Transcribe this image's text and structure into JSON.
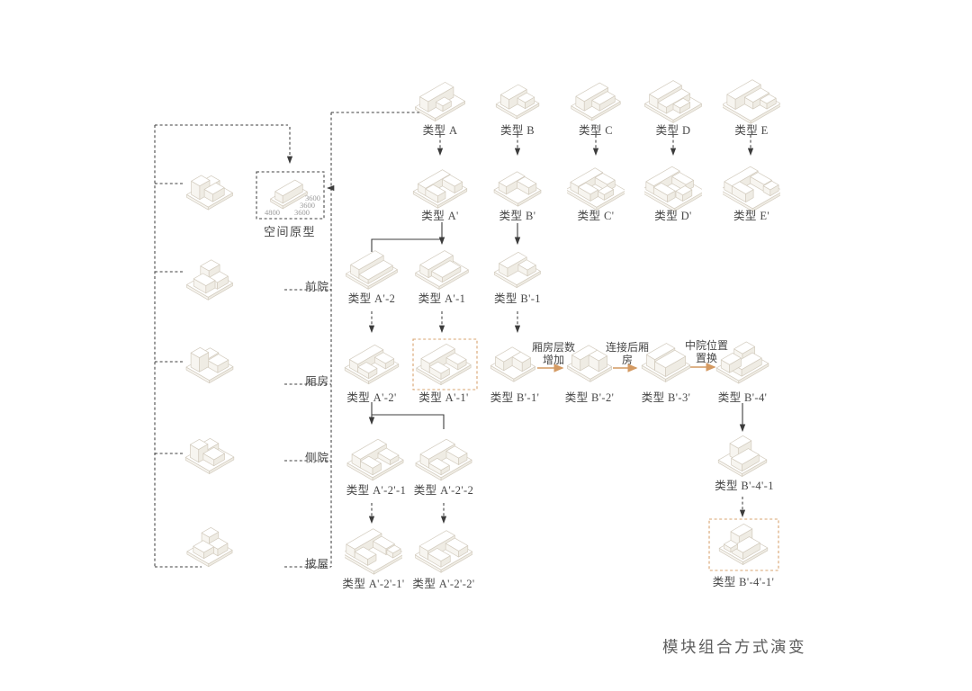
{
  "title": "模块组合方式演变",
  "prototype": {
    "label": "空间原型",
    "dims": [
      "4800",
      "3600",
      "3600",
      "3600"
    ]
  },
  "stages": [
    "前院",
    "厢房",
    "侧院",
    "披屋"
  ],
  "nodes": {
    "base": [
      "类型 A",
      "类型 B",
      "类型 C",
      "类型 D",
      "类型 E"
    ],
    "prime": [
      "类型 A'",
      "类型 B'",
      "类型 C'",
      "类型 D'",
      "类型 E'"
    ],
    "gen3": [
      "类型 A'-2",
      "类型 A'-1",
      "类型 B'-1"
    ],
    "gen4": [
      "类型 A'-2'",
      "类型 A'-1'",
      "类型 B'-1'",
      "类型 B'-2'",
      "类型 B'-3'",
      "类型 B'-4'"
    ],
    "gen5": [
      "类型 A'-2'-1",
      "类型 A'-2'-2",
      "类型 B'-4'-1"
    ],
    "gen6": [
      "类型 A'-2'-1'",
      "类型 A'-2'-2'",
      "类型 B'-4'-1'"
    ]
  },
  "transitions": [
    "厢房层数增加",
    "连接后厢房",
    "中院位置置换"
  ],
  "colors": {
    "accent": "#d49a62",
    "line": "#3c3c3c",
    "building_stroke": "#d3ccbf"
  }
}
